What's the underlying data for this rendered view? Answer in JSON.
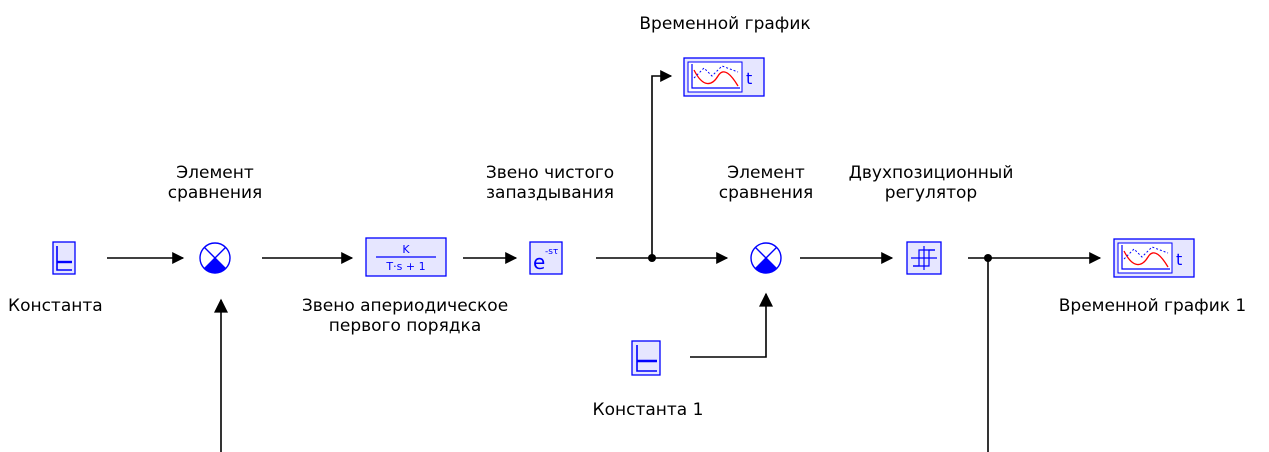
{
  "colors": {
    "block_border": "#0000ff",
    "block_fill": "#e6e6ff",
    "line": "#000000",
    "plot_curve": "#ff0000"
  },
  "labels": {
    "constant": "Константа",
    "sum1": [
      "Элемент",
      "сравнения"
    ],
    "aperiodic": [
      "Звено апериодическое",
      "первого порядка"
    ],
    "delay": [
      "Звено чистого",
      "запаздывания"
    ],
    "scope": "Временной график",
    "sum2": [
      "Элемент",
      "сравнения"
    ],
    "relay": [
      "Двухпозиционный",
      "регулятор"
    ],
    "constant1": "Константа 1",
    "scope1": "Временной график 1"
  },
  "blocks": {
    "aperiodic": {
      "numerator": "K",
      "denominator": "T·s + 1"
    },
    "delay": {
      "base": "e",
      "exponent": "-sτ"
    },
    "scope_axis": "t"
  },
  "icons": {
    "constant": "step-icon",
    "sum": "comparison-icon",
    "scope": "time-plot-icon",
    "relay": "relay-icon"
  }
}
